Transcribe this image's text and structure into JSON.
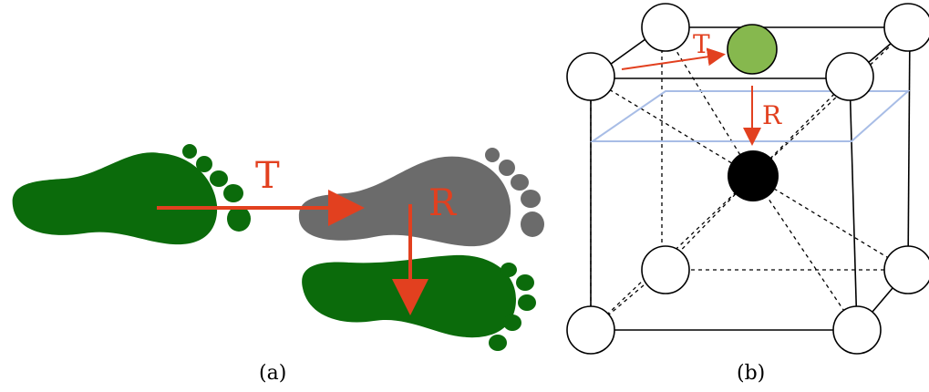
{
  "figure": {
    "panel_a": {
      "caption": "(a)",
      "translation_label": "T",
      "rotation_label": "R"
    },
    "panel_b": {
      "caption": "(b)",
      "translation_label": "T",
      "rotation_label": "R"
    },
    "colors": {
      "foot_green": "#0b6b0b",
      "foot_gray": "#6b6b6b",
      "arrow_red": "#e2401f",
      "atom_green": "#86b84e",
      "atom_black": "#000000",
      "plane_blue": "#a8bde6"
    }
  }
}
